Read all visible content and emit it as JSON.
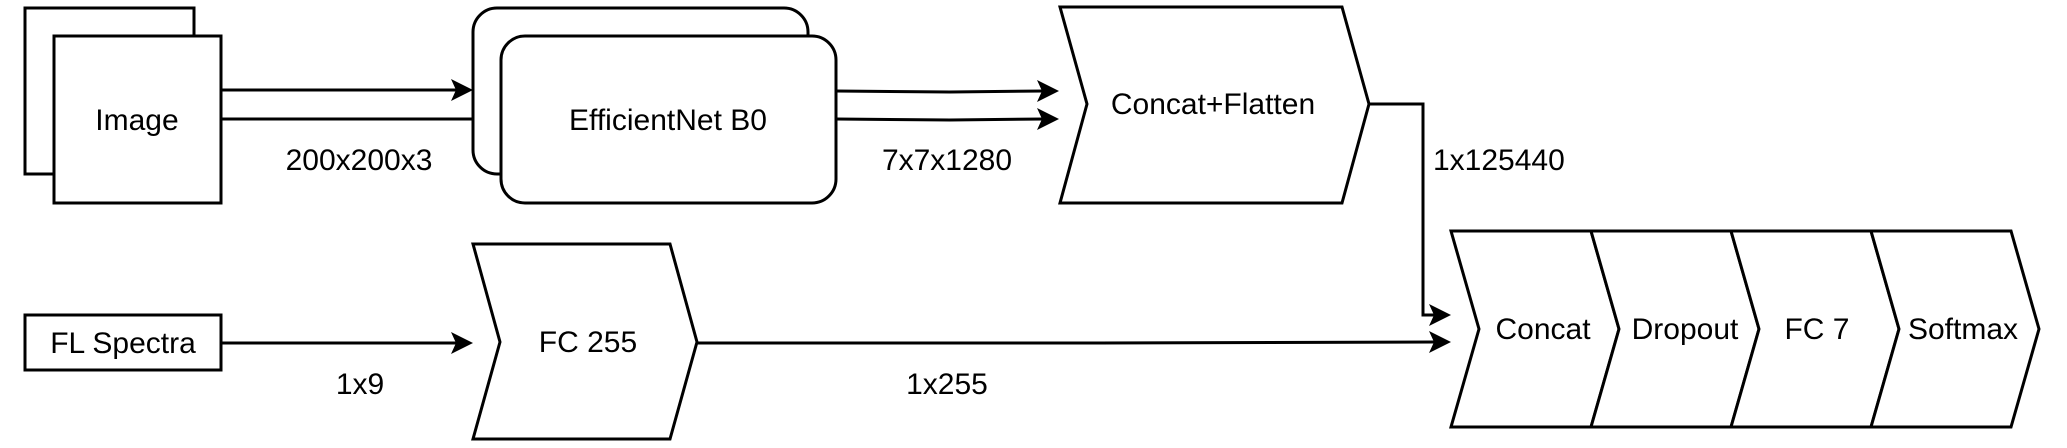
{
  "diagram": {
    "type": "neural-network-architecture",
    "nodes": {
      "image": {
        "label": "Image"
      },
      "efficientnet": {
        "label": "EfficientNet B0"
      },
      "concat_flatten": {
        "label": "Concat+Flatten"
      },
      "fl_spectra": {
        "label": "FL Spectra"
      },
      "fc255": {
        "label": "FC 255"
      },
      "concat": {
        "label": "Concat"
      },
      "dropout": {
        "label": "Dropout"
      },
      "fc7": {
        "label": "FC 7"
      },
      "softmax": {
        "label": "Softmax"
      }
    },
    "edges": [
      {
        "from": "Image",
        "to": "EfficientNet B0",
        "label": "200x200x3",
        "count": 2
      },
      {
        "from": "EfficientNet B0",
        "to": "Concat+Flatten",
        "label": "7x7x1280",
        "count": 2
      },
      {
        "from": "Concat+Flatten",
        "to": "Concat",
        "label": "1x125440"
      },
      {
        "from": "FL Spectra",
        "to": "FC 255",
        "label": "1x9"
      },
      {
        "from": "FC 255",
        "to": "Concat",
        "label": "1x255"
      }
    ],
    "edge_labels": {
      "image_to_effnet": "200x200x3",
      "effnet_to_concat_flatten": "7x7x1280",
      "concat_flatten_to_concat": "1x125440",
      "spectra_to_fc": "1x9",
      "fc_to_concat": "1x255"
    },
    "colors": {
      "stroke": "#000000",
      "fill": "#ffffff"
    }
  }
}
